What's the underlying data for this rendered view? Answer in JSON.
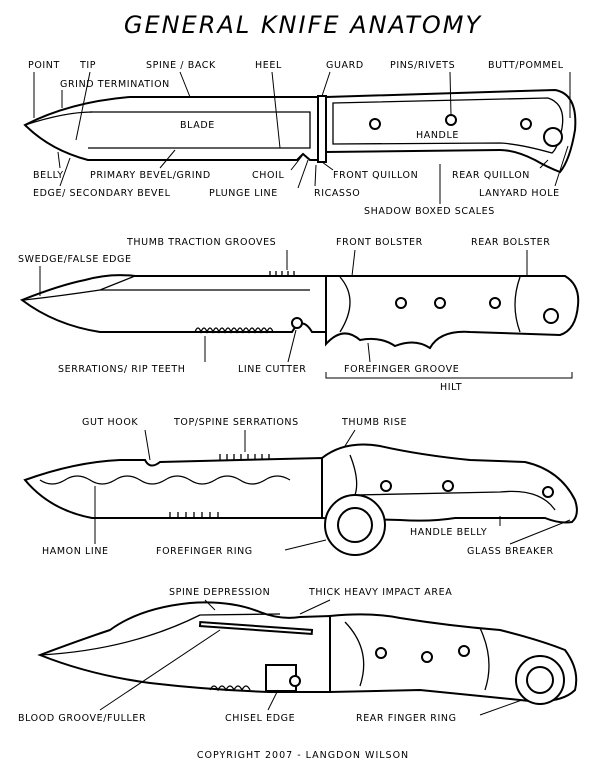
{
  "title": "GENERAL KNIFE ANATOMY",
  "copyright": "COPYRIGHT 2007 - LANGDON WILSON",
  "knife1": {
    "point": "POINT",
    "tip": "TIP",
    "grind_termination": "GRIND TERMINATION",
    "spine_back": "SPINE / BACK",
    "heel": "HEEL",
    "guard": "GUARD",
    "pins_rivets": "PINS/RIVETS",
    "butt_pommel": "BUTT/POMMEL",
    "blade": "BLADE",
    "handle": "HANDLE",
    "belly": "BELLY",
    "primary_bevel": "PRIMARY BEVEL/GRIND",
    "choil": "CHOIL",
    "front_quillon": "FRONT QUILLON",
    "rear_quillon": "REAR QUILLON",
    "edge_secondary": "EDGE/ SECONDARY BEVEL",
    "plunge_line": "PLUNGE LINE",
    "ricasso": "RICASSO",
    "lanyard_hole": "LANYARD HOLE",
    "shadow_boxed": "SHADOW BOXED SCALES"
  },
  "knife2": {
    "thumb_traction": "THUMB TRACTION GROOVES",
    "front_bolster": "FRONT BOLSTER",
    "rear_bolster": "REAR BOLSTER",
    "swedge": "SWEDGE/FALSE EDGE",
    "serrations": "SERRATIONS/ RIP TEETH",
    "line_cutter": "LINE CUTTER",
    "forefinger_groove": "FOREFINGER GROOVE",
    "hilt": "HILT"
  },
  "knife3": {
    "gut_hook": "GUT HOOK",
    "spine_serrations": "TOP/SPINE SERRATIONS",
    "thumb_rise": "THUMB RISE",
    "handle_belly": "HANDLE BELLY",
    "hamon_line": "HAMON LINE",
    "forefinger_ring": "FOREFINGER RING",
    "glass_breaker": "GLASS BREAKER"
  },
  "knife4": {
    "spine_depression": "SPINE DEPRESSION",
    "impact_area": "THICK HEAVY IMPACT AREA",
    "blood_groove": "BLOOD GROOVE/FULLER",
    "chisel_edge": "CHISEL EDGE",
    "rear_finger_ring": "REAR FINGER RING"
  }
}
